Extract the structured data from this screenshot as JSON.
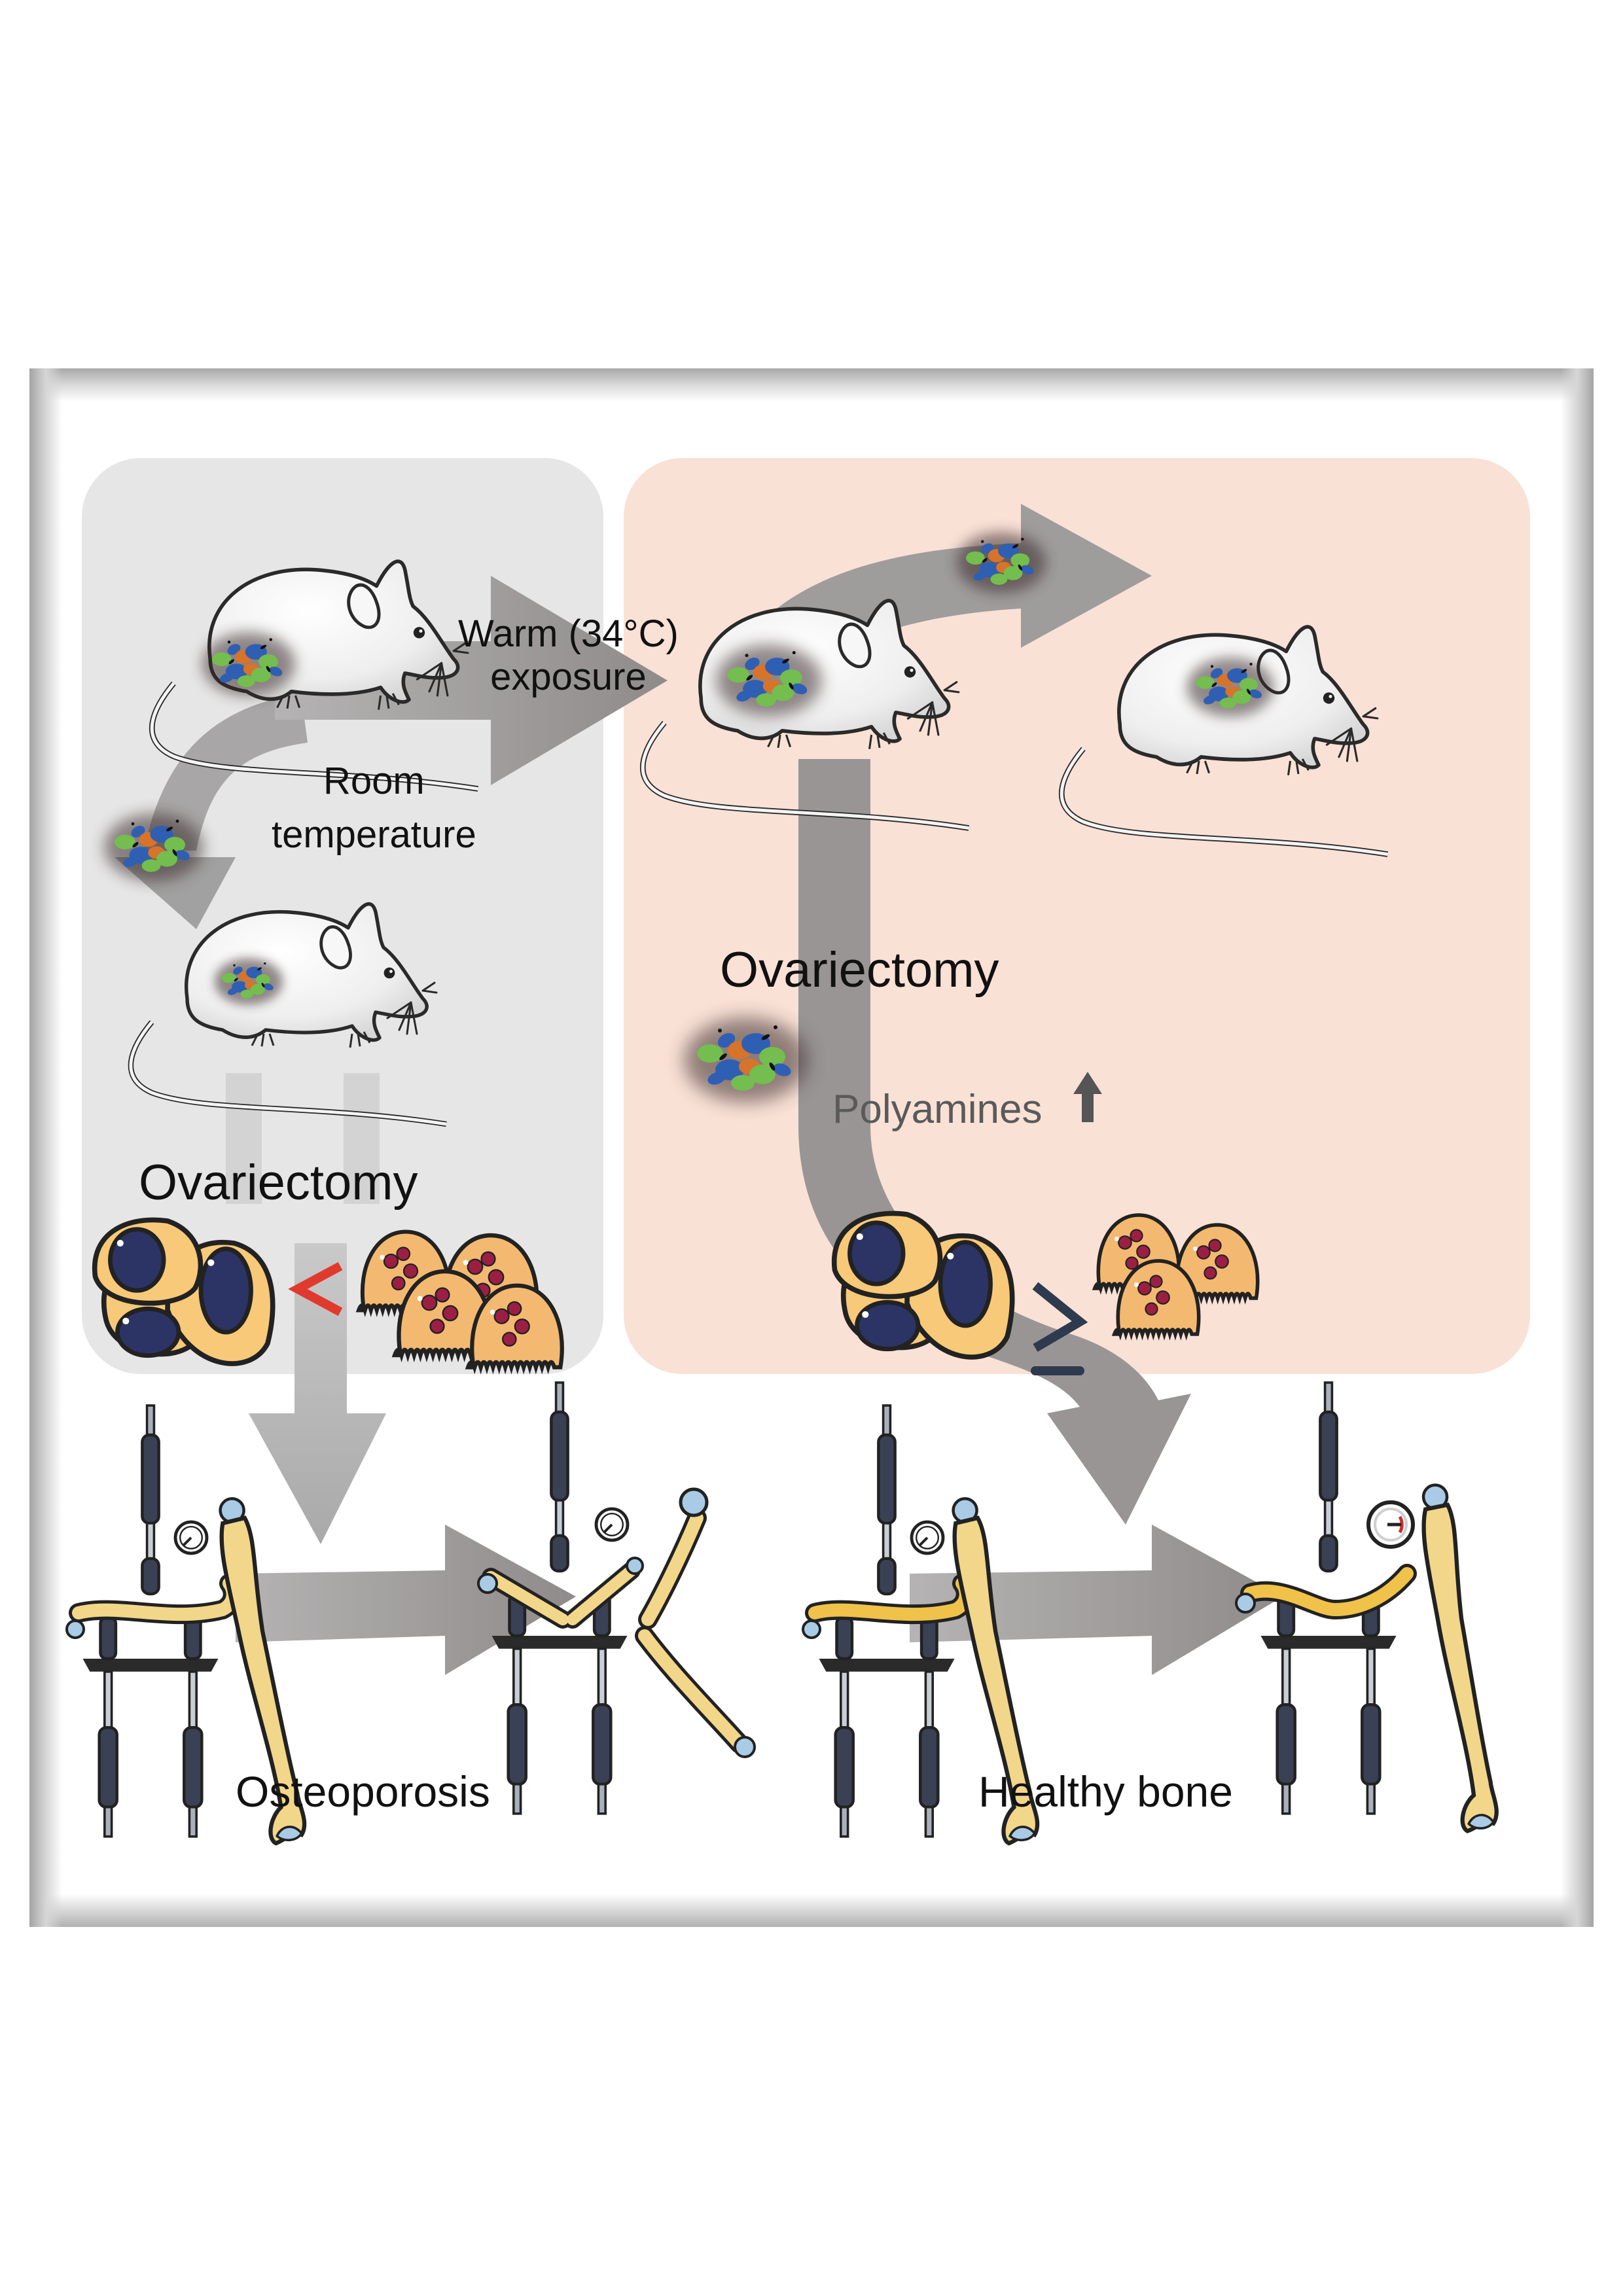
{
  "figure": {
    "type": "graphical-abstract",
    "colors": {
      "room_temperature_panel": "#e6e6e6",
      "warm_panel": "#f9e1d6",
      "arrow_gray": "#9e9a9a",
      "less_than_symbol": "#e03a2f",
      "geq_symbol": "#2e3a4e",
      "osteoblast_cytoplasm": "#f7c978",
      "osteoblast_nucleus": "#2b3465",
      "osteoclast_cytoplasm": "#f4b970",
      "osteoclast_granule": "#9b1f45",
      "bone": "#f2d68a",
      "healthy_bone": "#f0c24a",
      "cartilage": "#a9cbe6",
      "microbe_green": "#74bd4f",
      "microbe_blue": "#2f5fb3",
      "microbe_orange": "#d8732a"
    }
  },
  "labels": {
    "warm_line1": "Warm (34°C)",
    "warm_line2": "exposure",
    "room_line1": "Room",
    "room_line2": "temperature",
    "ovariectomy_left": "Ovariectomy",
    "ovariectomy_right": "Ovariectomy",
    "polyamines": "Polyamines",
    "osteoporosis": "Osteoporosis",
    "healthy_bone": "Healthy bone"
  },
  "comparisons": {
    "room_temperature": {
      "symbol": "<",
      "left": "osteoblasts",
      "right": "osteoclasts"
    },
    "warm": {
      "symbol": "≥",
      "left": "osteoblasts",
      "right": "osteoclasts"
    }
  },
  "icons": {
    "polyamines_trend": "up-arrow",
    "microbiota": "microbiota-cluster",
    "mouse": "mouse",
    "osteoblast": "osteoblast-cluster",
    "osteoclast": "osteoclast-cluster",
    "bending_test": "three-point-bending-rig",
    "gauge": "force-gauge"
  },
  "outcomes": [
    {
      "condition": "Room temperature",
      "result": "Osteoporosis",
      "bone_state": "fractured"
    },
    {
      "condition": "Warm (34°C) exposure",
      "result": "Healthy bone",
      "bone_state": "bent-intact"
    }
  ]
}
